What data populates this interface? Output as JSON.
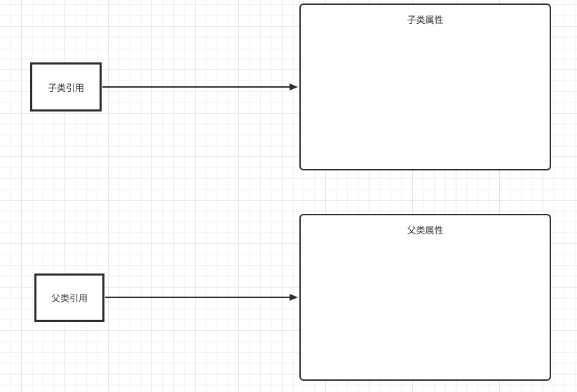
{
  "palette": {
    "background": "#ffffff",
    "grid_minor": "#f1f1f1",
    "grid_major": "#e2e2e2",
    "shape_stroke": "#2d2d2d",
    "shape_fill": "#ffffff",
    "text_color": "#333333",
    "connector_color": "#2d2d2d"
  },
  "shapes": {
    "child_reference": {
      "label": "子类引用"
    },
    "parent_reference": {
      "label": "父类引用"
    },
    "child_attributes": {
      "title": "子类属性"
    },
    "parent_attributes": {
      "title": "父类属性"
    }
  },
  "connectors": [
    {
      "from": "child_reference",
      "to": "child_attributes",
      "style": "solid-arrow"
    },
    {
      "from": "parent_reference",
      "to": "parent_attributes",
      "style": "solid-arrow"
    }
  ]
}
